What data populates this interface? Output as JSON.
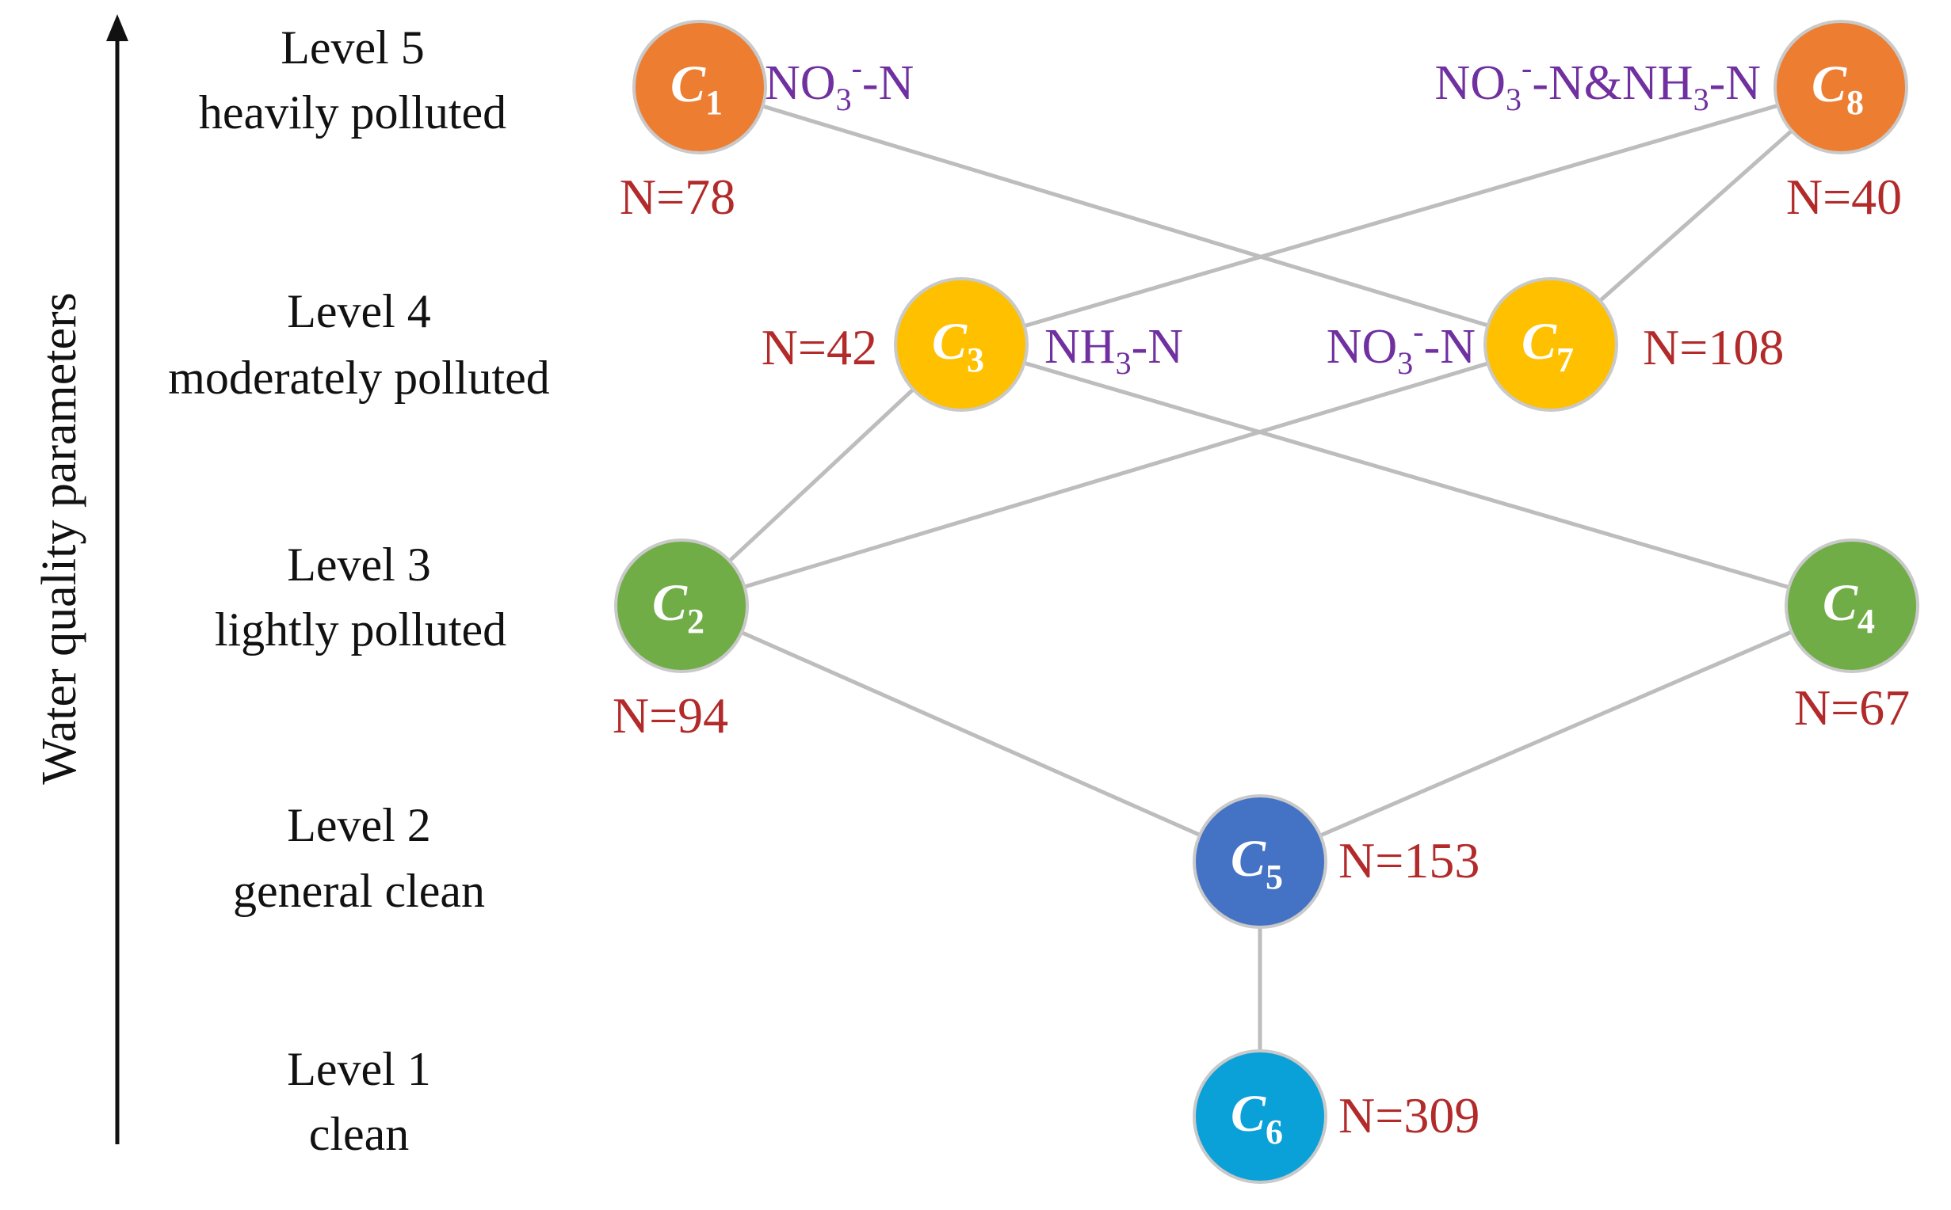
{
  "axis": {
    "label": "Water quality parameters"
  },
  "levels": [
    {
      "level": "Level 5",
      "desc": "heavily polluted"
    },
    {
      "level": "Level 4",
      "desc": "moderately polluted"
    },
    {
      "level": "Level 3",
      "desc": "lightly polluted"
    },
    {
      "level": "Level 2",
      "desc": "general clean"
    },
    {
      "level": "Level 1",
      "desc": "clean"
    }
  ],
  "colors": {
    "orange": "#ed7d31",
    "yellow": "#ffc000",
    "green": "#70ad47",
    "blue": "#4472c4",
    "cyan": "#0aa0d8",
    "count": "#b22a2a",
    "param": "#7030a0",
    "edge": "#bdbdbd"
  },
  "nodes": [
    {
      "id": "C1",
      "letter": "C",
      "sub": "1",
      "count": "N=78",
      "color": "orange"
    },
    {
      "id": "C8",
      "letter": "C",
      "sub": "8",
      "count": "N=40",
      "color": "orange"
    },
    {
      "id": "C3",
      "letter": "C",
      "sub": "3",
      "count": "N=42",
      "color": "yellow"
    },
    {
      "id": "C7",
      "letter": "C",
      "sub": "7",
      "count": "N=108",
      "color": "yellow"
    },
    {
      "id": "C2",
      "letter": "C",
      "sub": "2",
      "count": "N=94",
      "color": "green"
    },
    {
      "id": "C4",
      "letter": "C",
      "sub": "4",
      "count": "N=67",
      "color": "green"
    },
    {
      "id": "C5",
      "letter": "C",
      "sub": "5",
      "count": "N=153",
      "color": "blue"
    },
    {
      "id": "C6",
      "letter": "C",
      "sub": "6",
      "count": "N=309",
      "color": "cyan"
    }
  ],
  "params": {
    "C1": {
      "a": "NO",
      "sub1": "3",
      "sup": "-",
      "b": "-N"
    },
    "C8": {
      "a": "NO",
      "sub1": "3",
      "sup": "-",
      "b": "-N&NH",
      "sub2": "3",
      "c": "-N"
    },
    "C3": {
      "a": "NH",
      "sub1": "3",
      "b": "-N"
    },
    "C7": {
      "a": "NO",
      "sub1": "3",
      "sup": "-",
      "b": "-N"
    }
  },
  "edges": [
    [
      "C1",
      "C7"
    ],
    [
      "C8",
      "C3"
    ],
    [
      "C8",
      "C7"
    ],
    [
      "C3",
      "C2"
    ],
    [
      "C3",
      "C4"
    ],
    [
      "C7",
      "C2"
    ],
    [
      "C2",
      "C5"
    ],
    [
      "C4",
      "C5"
    ],
    [
      "C5",
      "C6"
    ]
  ]
}
